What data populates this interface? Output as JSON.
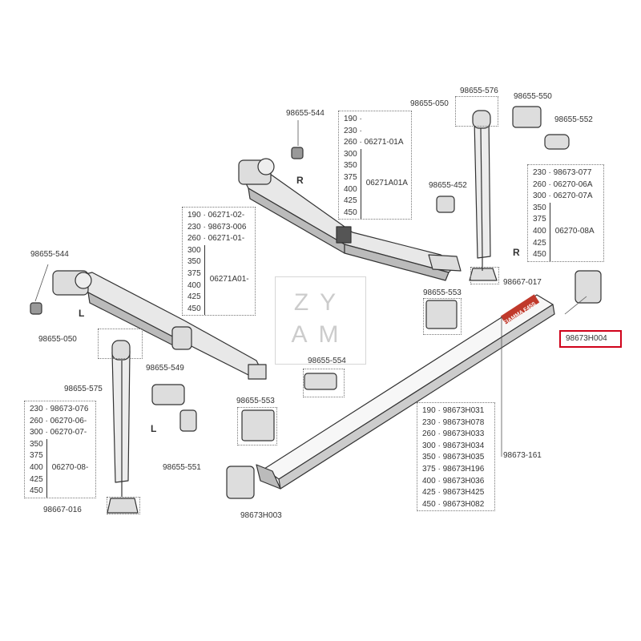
{
  "watermark": {
    "line1": "ZY",
    "line2": "AM"
  },
  "sides": {
    "r1": "R",
    "r2": "R",
    "l1": "L",
    "l2": "L"
  },
  "labels": {
    "p98655_544_r": "98655-544",
    "p98655_050_r": "98655-050",
    "p98655_576": "98655-576",
    "p98655_550": "98655-550",
    "p98655_552": "98655-552",
    "p98655_452": "98655-452",
    "p98667_017": "98667-017",
    "p98655_553_r": "98655-553",
    "p98673H004": "98673H004",
    "p98655_544_l": "98655-544",
    "p98655_050_l": "98655-050",
    "p98655_575": "98655-575",
    "p98655_549": "98655-549",
    "p98655_551": "98655-551",
    "p98655_554": "98655-554",
    "p98655_553_l": "98655-553",
    "p98667_016": "98667-016",
    "p98673H003": "98673H003",
    "p98673_161": "98673-161",
    "fiamma_logo": "FIAMMA F45S"
  },
  "tables": {
    "arm_r": {
      "top": [
        "190 ·",
        "230 ·",
        "260 · 06271-01A"
      ],
      "group_sizes": [
        "300",
        "350",
        "375",
        "400",
        "425",
        "450"
      ],
      "group_code": "06271A01A"
    },
    "arm_l": {
      "top": [
        "190 · 06271-02-",
        "230 · 98673-006",
        "260 · 06271-01-"
      ],
      "group_sizes": [
        "300",
        "350",
        "375",
        "400",
        "425",
        "450"
      ],
      "group_code": "06271A01-"
    },
    "leg_r": {
      "top": [
        "230 · 98673-077",
        "260 · 06270-06A",
        "300 · 06270-07A"
      ],
      "group_sizes": [
        "350",
        "375",
        "400",
        "425",
        "450"
      ],
      "group_code": "06270-08A"
    },
    "leg_l": {
      "top": [
        "230 · 98673-076",
        "260 · 06270-06-",
        "300 · 06270-07-"
      ],
      "group_sizes": [
        "350",
        "375",
        "400",
        "425",
        "450"
      ],
      "group_code": "06270-08-"
    },
    "front": {
      "rows": [
        "190 · 98673H031",
        "230 · 98673H078",
        "260 · 98673H033",
        "300 · 98673H034",
        "350 · 98673H035",
        "375 · 98673H196",
        "400 · 98673H036",
        "425 · 98673H425",
        "450 · 98673H082"
      ]
    }
  },
  "highlight_color": "#d0021b"
}
